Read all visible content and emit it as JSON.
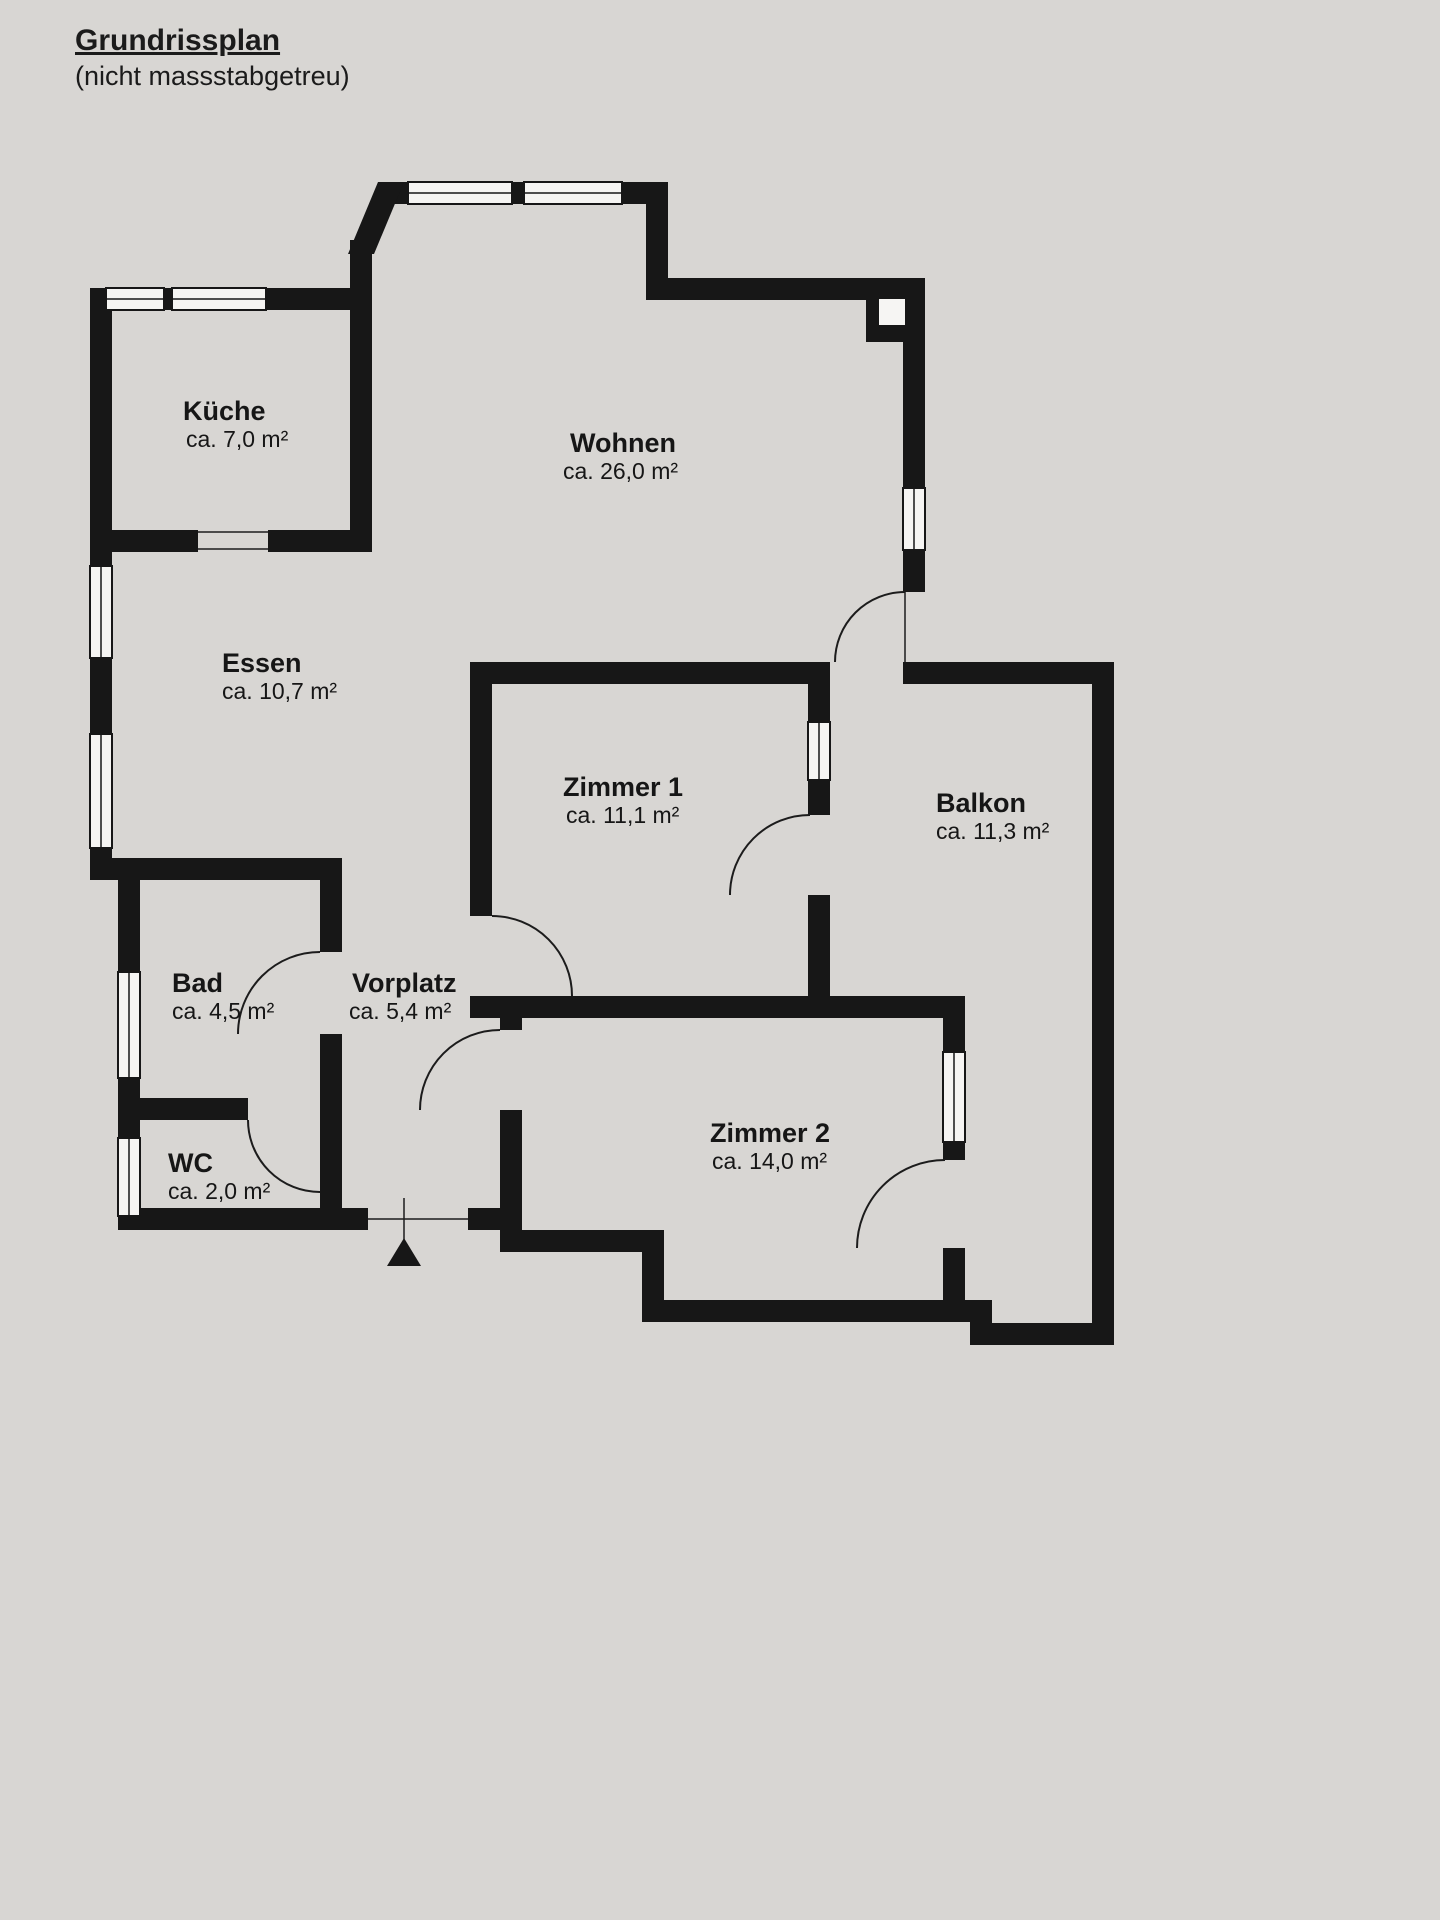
{
  "page": {
    "title": "Grundrissplan",
    "subtitle": "(nicht massstabgetreu)"
  },
  "rooms": [
    {
      "name": "Küche",
      "area": "ca. 7,0 m²"
    },
    {
      "name": "Wohnen",
      "area": "ca. 26,0 m²"
    },
    {
      "name": "Essen",
      "area": "ca. 10,7 m²"
    },
    {
      "name": "Zimmer 1",
      "area": "ca. 11,1 m²"
    },
    {
      "name": "Balkon",
      "area": "ca. 11,3 m²"
    },
    {
      "name": "Bad",
      "area": "ca. 4,5 m²"
    },
    {
      "name": "Vorplatz",
      "area": "ca. 5,4 m²"
    },
    {
      "name": "WC",
      "area": "ca. 2,0 m²"
    },
    {
      "name": "Zimmer 2",
      "area": "ca. 14,0 m²"
    }
  ],
  "colors": {
    "wall": "#171717",
    "ink": "#1b1b1b",
    "paper": "#eae8e5"
  }
}
